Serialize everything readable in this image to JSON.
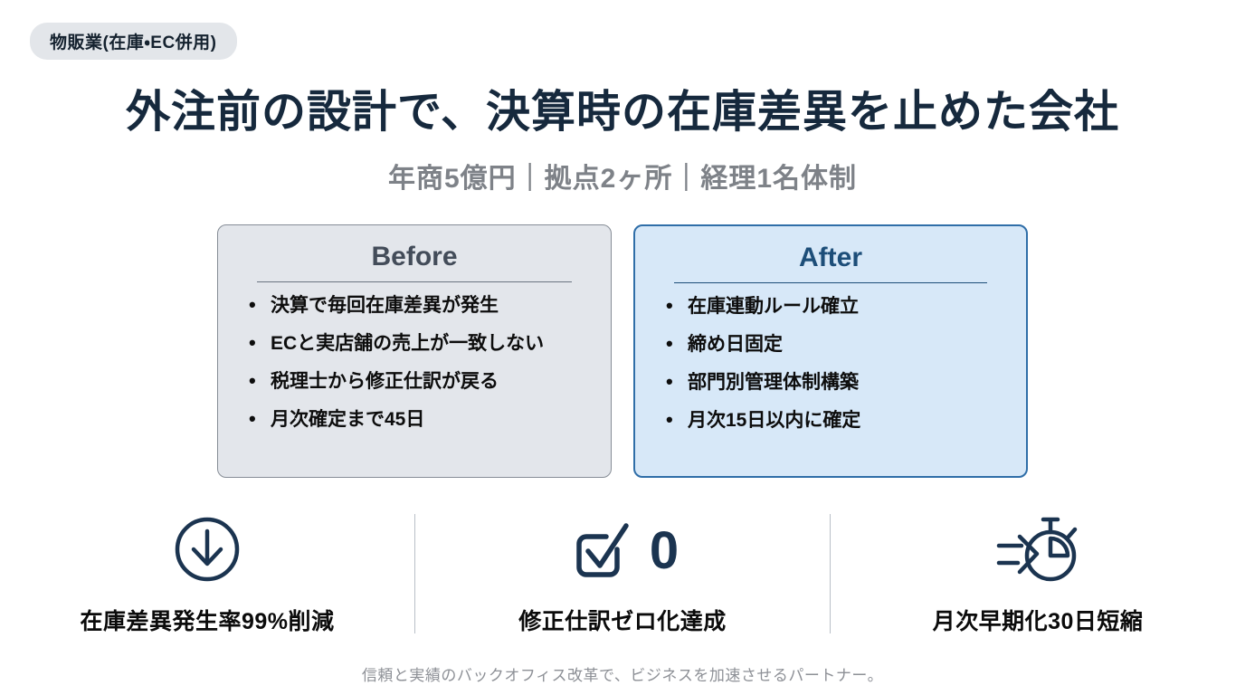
{
  "badge": {
    "label": "物販業(在庫・EC併用)"
  },
  "header": {
    "title": "外注前の設計で、決算時の在庫差異を止めた会社",
    "subtitle": "年商5億円｜拠点2ヶ所｜経理1名体制"
  },
  "comparison": {
    "before": {
      "title": "Before",
      "items": [
        "決算で毎回在庫差異が発生",
        "ECと実店舗の売上が一致しない",
        "税理士から修正仕訳が戻る",
        "月次確定まで45日"
      ]
    },
    "after": {
      "title": "After",
      "items": [
        "在庫連動ルール確立",
        "締め日固定",
        "部門別管理体制構築",
        "月次15日以内に確定"
      ]
    }
  },
  "metrics": [
    {
      "icon": "arrow-down-circle-icon",
      "label": "在庫差異発生率99%削減"
    },
    {
      "icon": "checkbox-check-icon",
      "icon_value": "0",
      "label": "修正仕訳ゼロ化達成"
    },
    {
      "icon": "stopwatch-fast-icon",
      "label": "月次早期化30日短縮"
    }
  ],
  "footer": {
    "tagline": "信頼と実績のバックオフィス改革で、ビジネスを加速させるパートナー。"
  },
  "colors": {
    "title_navy": "#16293d",
    "icon_navy": "#1b3450",
    "after_blue_border": "#2f6ea8",
    "after_blue_fill": "#d7e8f8",
    "after_header": "#1d4e79",
    "before_gray_fill": "#e3e6eb",
    "before_gray_border": "#868d96",
    "subtitle_gray": "#7e8288",
    "badge_bg": "#e3e6ea"
  }
}
